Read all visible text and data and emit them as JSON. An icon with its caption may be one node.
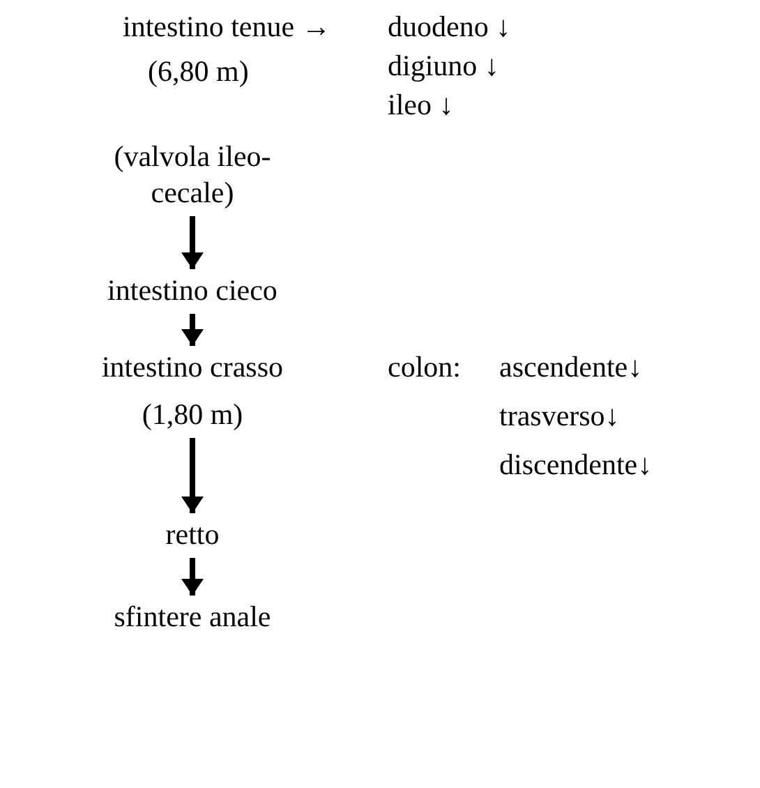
{
  "diagram": {
    "nodes": [
      {
        "text": [
          "(valvola ileo-cecale)"
        ]
      },
      {
        "text": [
          "intestino cieco"
        ]
      },
      {
        "text": [
          "intestino crasso",
          "(1,80 m)"
        ]
      },
      {
        "text": [
          "retto"
        ]
      },
      {
        "text": [
          "sfintere anale"
        ]
      }
    ],
    "edges": [
      {
        "from": 0,
        "to": 1,
        "arrow": "to"
      },
      {
        "from": 1,
        "to": 2,
        "arrow": "to"
      },
      {
        "from": 2,
        "to": 3,
        "arrow": "to"
      },
      {
        "from": 3,
        "to": 4,
        "arrow": "to"
      }
    ],
    "labels": [
      "intestino tenue →",
      "duodeno ↓",
      "(6,80 m)",
      "digiuno ↓",
      "ileo ↓",
      "colon:",
      "ascendente↓",
      "trasverso↓",
      "discendente↓"
    ]
  }
}
